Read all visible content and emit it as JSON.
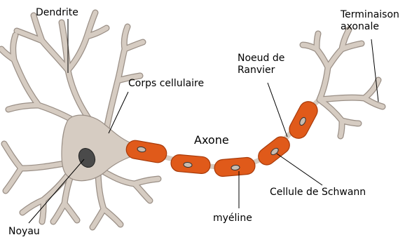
{
  "labels": {
    "dendrite": "Dendrite",
    "terminaison_line1": "Terminaison",
    "terminaison_line2": "axonale",
    "noeud_line1": "Noeud de",
    "noeud_line2": "Ranvier",
    "corps": "Corps cellulaire",
    "axone": "Axone",
    "schwann": "Cellule de Schwann",
    "myeline": "myéline",
    "noyau": "Noyau"
  },
  "colors": {
    "neuron_fill": "#d6ccc2",
    "neuron_stroke": "#9a8f86",
    "myelin_fill": "#e05a1a",
    "myelin_stroke": "#a63a0a",
    "nucleus_fill": "#4a4a4a",
    "schwann_nucleus_fill": "#c8bcb0",
    "leader_line": "#000000"
  }
}
